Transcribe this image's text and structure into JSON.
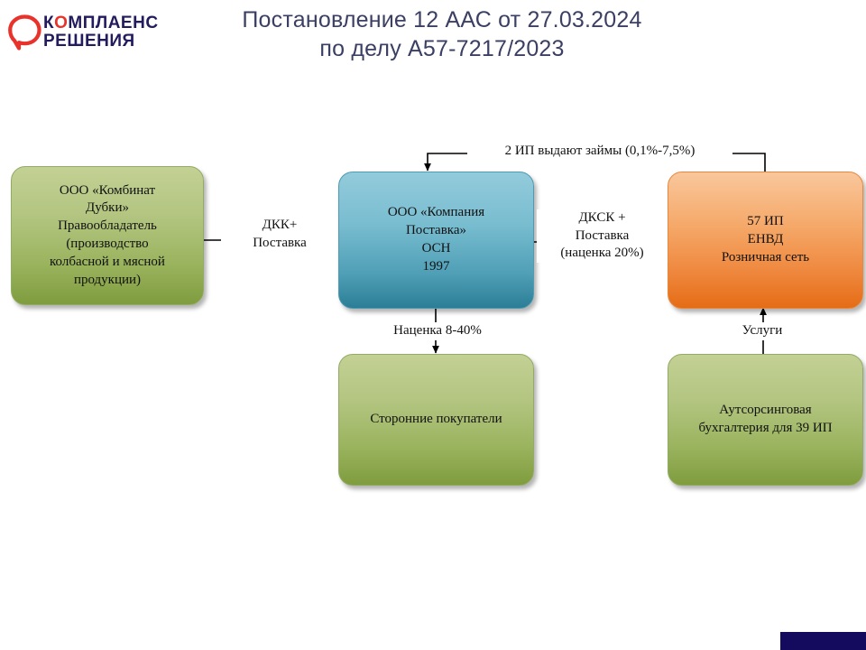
{
  "brand": {
    "logo_line1_a": "К",
    "logo_line1_o": "О",
    "logo_line1_b": "МПЛАЕНС",
    "logo_line2": "РЕШЕНИЯ",
    "mark_icon": "q-speech-bubble-icon",
    "mark_color": "#e8322a",
    "text_color": "#221b5e"
  },
  "header": {
    "title": "Постановление 12 ААС от 27.03.2024\nпо делу А57-7217/2023",
    "title_color": "#3b3f63"
  },
  "chart_data": {
    "type": "diagram",
    "title": "Постановление 12 ААС от 27.03.2024 по делу А57-7217/2023",
    "nodes": [
      {
        "id": "kombinat",
        "label": "ООО «Комбинат\nДубки»\nПравообладатель\n(производство\nколбасной и мясной\nпродукции)",
        "color": "#9bb45f",
        "shape": "rounded-rect"
      },
      {
        "id": "postavka",
        "label": "ООО «Компания\nПоставка»\nОСН\n1997",
        "color": "#4f9fb6",
        "shape": "rounded-rect"
      },
      {
        "id": "ip57",
        "label": "57 ИП\nЕНВД\nРозничная сеть",
        "color": "#ef8940",
        "shape": "rounded-rect"
      },
      {
        "id": "buyers",
        "label": "Сторонние покупатели",
        "color": "#9bb45f",
        "shape": "rounded-rect"
      },
      {
        "id": "outsourcing",
        "label": "Аутсорсинговая\nбухгалтерия для 39 ИП",
        "color": "#9bb45f",
        "shape": "rounded-rect"
      }
    ],
    "edges": [
      {
        "from": "kombinat",
        "to": "postavka",
        "label": "ДКК+\nПоставка",
        "direction": "right"
      },
      {
        "from": "postavka",
        "to": "ip57",
        "label": "ДКСК +\nПоставка\n(наценка 20%)",
        "direction": "right"
      },
      {
        "from": "postavka",
        "to": "buyers",
        "label": "Наценка 8-40%",
        "direction": "down"
      },
      {
        "from": "outsourcing",
        "to": "ip57",
        "label": "Услуги",
        "direction": "up"
      },
      {
        "from": "ip57",
        "to": "postavka",
        "label": "2 ИП выдают займы (0,1%-7,5%)",
        "direction": "left-over-top"
      }
    ]
  },
  "nodes": {
    "kombinat": "ООО «Комбинат\nДубки»\nПравообладатель\n(производство\nколбасной и мясной\nпродукции)",
    "postavka": "ООО «Компания\nПоставка»\nОСН\n1997",
    "ip57": "57 ИП\nЕНВД\nРозничная сеть",
    "buyers": "Сторонние покупатели",
    "outsourcing": "Аутсорсинговая\nбухгалтерия для 39 ИП"
  },
  "edge_labels": {
    "dkk": "ДКК+\nПоставка",
    "dksk": "ДКСК +\nПоставка\n(наценка 20%)",
    "nacenka": "Наценка 8-40%",
    "uslugi": "Услуги",
    "loans": "2 ИП выдают займы (0,1%-7,5%)"
  },
  "footer": {
    "corner_bar_color": "#140a5e"
  }
}
